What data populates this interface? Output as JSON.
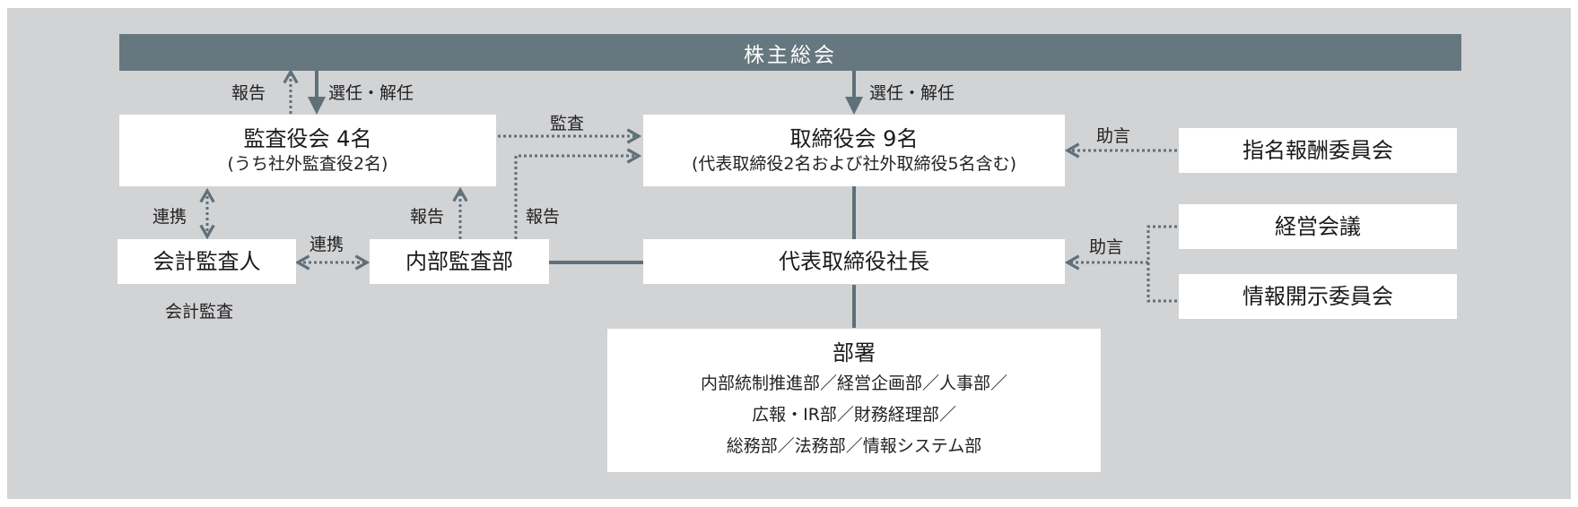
{
  "shareholders": "株主総会",
  "audit_board": {
    "title": "監査役会 4名",
    "note": "(うち社外監査役2名)"
  },
  "board": {
    "title": "取締役会 9名",
    "note": "(代表取締役2名および社外取締役5名含む)"
  },
  "nomination": "指名報酬委員会",
  "accountant": "会計監査人",
  "internal_audit": "内部監査部",
  "president": "代表取締役社長",
  "mgmt_council": "経営会議",
  "disclosure": "情報開示委員会",
  "departments": {
    "title": "部署",
    "lines": [
      "内部統制推進部／経営企画部／人事部／",
      "広報・IR部／財務経理部／",
      "総務部／法務部／情報システム部"
    ]
  },
  "labels": {
    "report_left": "報告",
    "elect_left": "選任・解任",
    "elect_center": "選任・解任",
    "audit": "監査",
    "advice_top": "助言",
    "cooperation_vert": "連携",
    "report_internal": "報告",
    "report_board": "報告",
    "cooperation_horiz": "連携",
    "advice_bottom": "助言",
    "accounting_audit": "会計監査"
  },
  "colors": {
    "line": "#5f7079",
    "banner": "#66777f",
    "background": "#d2d3d5"
  }
}
